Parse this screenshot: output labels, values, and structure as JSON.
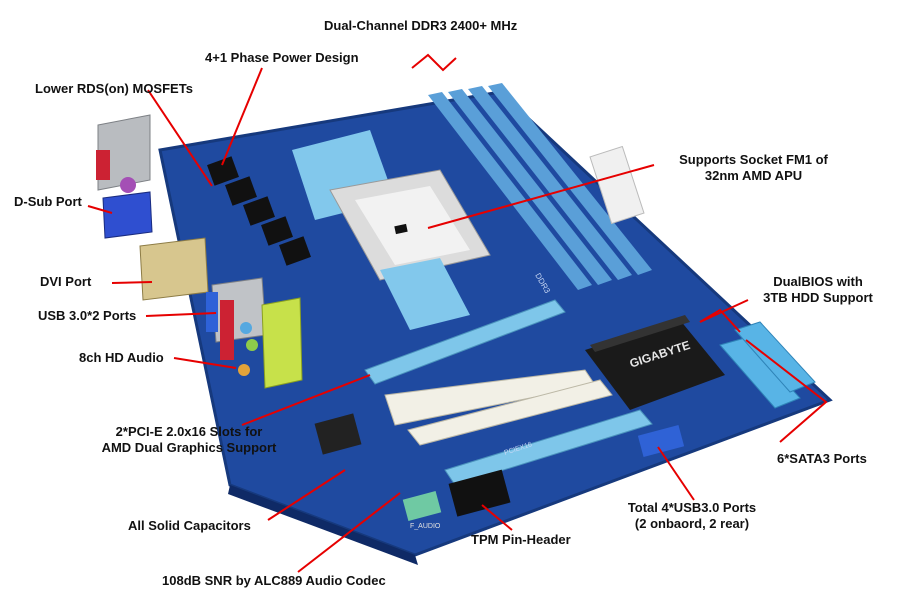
{
  "brand": "GIGABYTE",
  "board_markings": {
    "ddr3": "DDR3",
    "audio": "F_AUDIO",
    "pcie": "PCIEX16"
  },
  "callouts": {
    "ddr3": "Dual-Channel DDR3 2400+ MHz",
    "power": "4+1 Phase Power Design",
    "mosfet": "Lower RDS(on) MOSFETs",
    "socket_line1": "Supports Socket FM1 of",
    "socket_line2": "32nm AMD APU",
    "dsub": "D-Sub Port",
    "dvi": "DVI Port",
    "dualbios_line1": "DualBIOS with",
    "dualbios_line2": "3TB HDD Support",
    "usb_ports": "USB 3.0*2 Ports",
    "audio": "8ch HD Audio",
    "pcie_line1": "2*PCI-E 2.0x16 Slots for",
    "pcie_line2": "AMD Dual Graphics Support",
    "sata": "6*SATA3 Ports",
    "usb_total_line1": "Total 4*USB3.0 Ports",
    "usb_total_line2": "(2 onbaord, 2 rear)",
    "capacitors": "All Solid Capacitors",
    "tpm": "TPM Pin-Header",
    "codec": "108dB SNR by ALC889 Audio Codec"
  },
  "colors": {
    "pcb": "#1f4aa0",
    "slot": "#7ec6ea",
    "leader": "#e60000",
    "heatsink": "#1a1a1a"
  }
}
